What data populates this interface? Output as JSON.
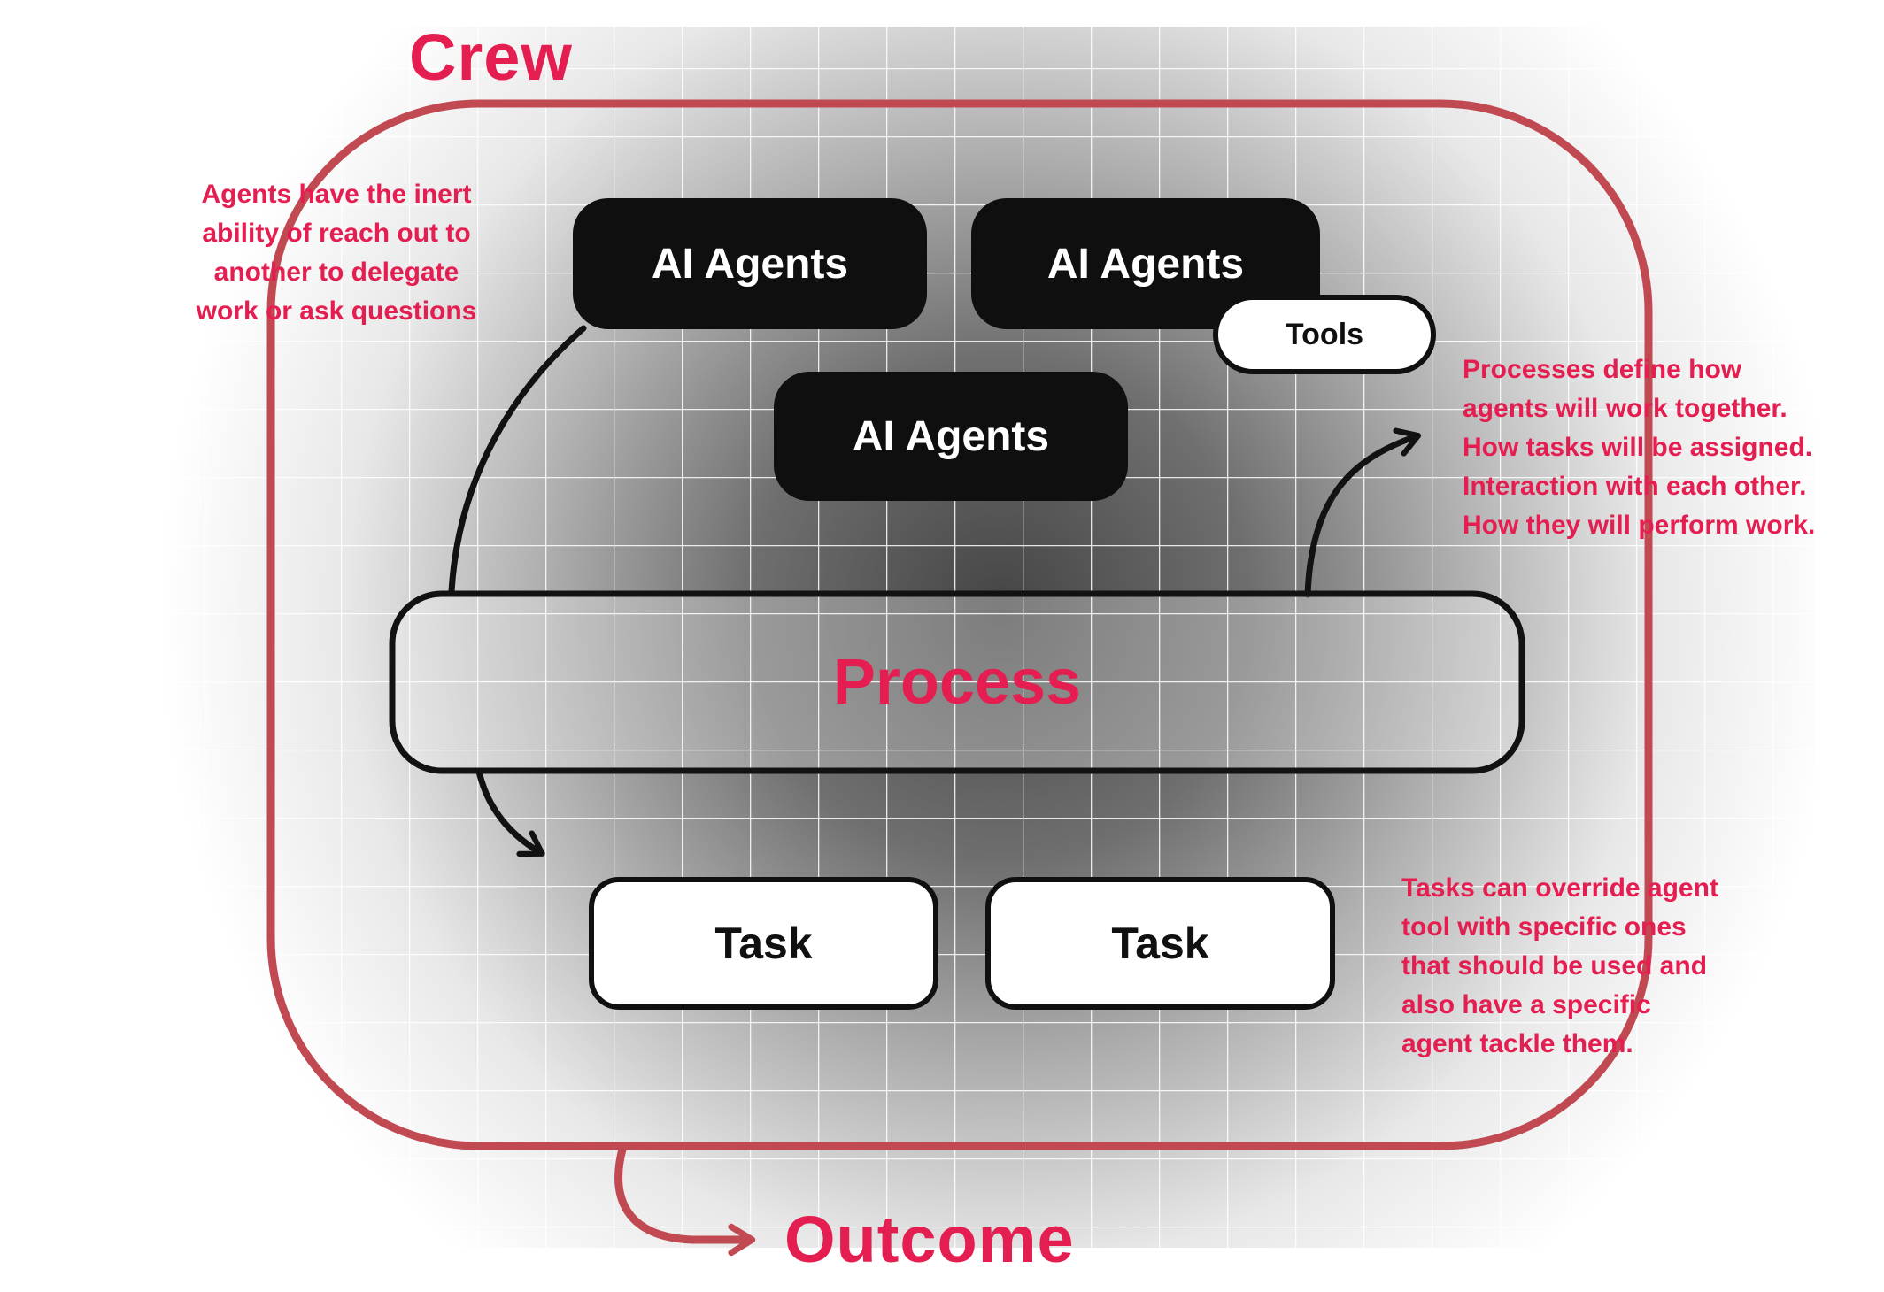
{
  "diagram": {
    "crew_label": "Crew",
    "outcome_label": "Outcome",
    "process_label": "Process",
    "agent_boxes": [
      "AI Agents",
      "AI Agents",
      "AI Agents"
    ],
    "tools_label": "Tools",
    "task_boxes": [
      "Task",
      "Task"
    ],
    "annotations": {
      "left": {
        "lines": [
          "Agents have the inert",
          "ability of reach out to",
          "another to delegate",
          "work or ask questions"
        ]
      },
      "right_top": {
        "lines": [
          "Processes define how",
          "agents will work together.",
          "How tasks will be assigned.",
          "Interaction with each other.",
          "How they will perform work."
        ]
      },
      "right_bottom": {
        "lines": [
          "Tasks can override agent",
          "tool with specific ones",
          "that should be used and",
          "also have a specific",
          "agent tackle them."
        ]
      }
    },
    "colors": {
      "accent_text": "#e41e50",
      "border_red": "#c14a52",
      "box_black": "#0f0f0f",
      "shade_gray": "#454545",
      "grid_line": "#ffffff"
    }
  }
}
